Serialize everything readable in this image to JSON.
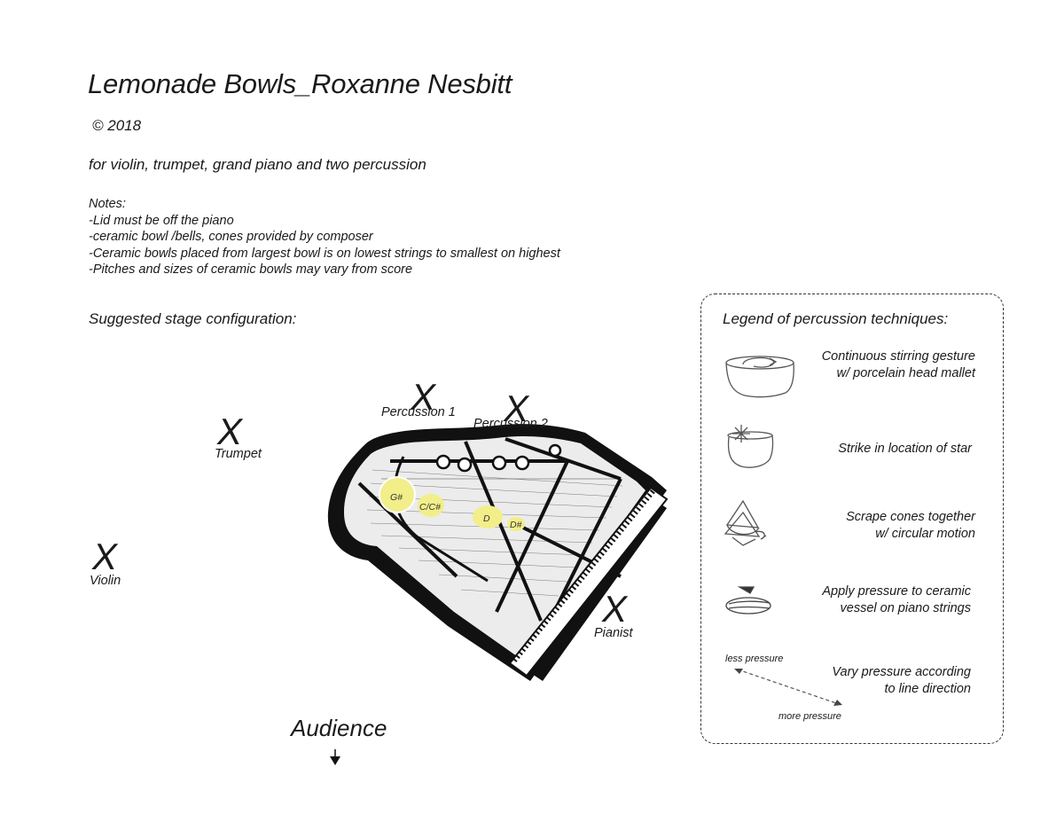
{
  "header": {
    "title": "Lemonade Bowls_Roxanne Nesbitt",
    "copyright": "© 2018",
    "instrumentation": "for violin, trumpet, grand piano and two percussion"
  },
  "notes": {
    "heading": "Notes:",
    "items": [
      "-Lid must be off the piano",
      "-ceramic bowl /bells, cones provided by composer",
      "-Ceramic bowls placed from largest bowl is on lowest strings to smallest on highest",
      "-Pitches and sizes of ceramic bowls may vary from score"
    ]
  },
  "stage": {
    "heading": "Suggested stage configuration:",
    "marker": "X",
    "performers": {
      "percussion1": "Percussion 1",
      "percussion2": "Percussion 2",
      "trumpet": "Trumpet",
      "violin": "Violin",
      "pianist": "Pianist"
    },
    "bowls": [
      "G#",
      "C/C#",
      "D",
      "D#"
    ],
    "bowl_color": "#f2ee8a",
    "audience": "Audience"
  },
  "legend": {
    "title": "Legend of percussion techniques:",
    "techniques": [
      {
        "icon": "stirring-bowl-icon",
        "line1": "Continuous stirring gesture",
        "line2": "w/ porcelain head mallet"
      },
      {
        "icon": "star-bowl-icon",
        "line1": "Strike in location of star",
        "line2": ""
      },
      {
        "icon": "cones-icon",
        "line1": "Scrape cones together",
        "line2": "w/ circular motion"
      },
      {
        "icon": "vessel-pressure-icon",
        "line1": "Apply pressure to ceramic",
        "line2": "vessel on piano strings"
      },
      {
        "icon": "pressure-line-icon",
        "line1": "Vary pressure according",
        "line2": "to line direction"
      }
    ],
    "less_pressure": "less pressure",
    "more_pressure": "more pressure"
  }
}
